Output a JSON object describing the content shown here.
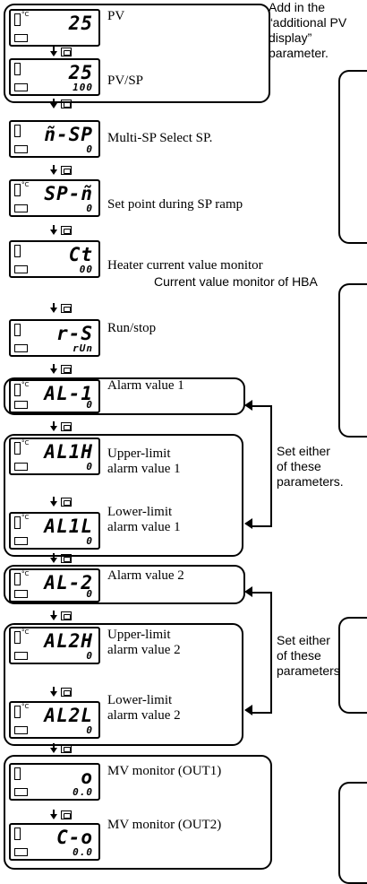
{
  "params": [
    {
      "id": "pv",
      "label": "PV",
      "top": "25",
      "bottom": "",
      "unit": "°C"
    },
    {
      "id": "pv-sp",
      "label": "PV/SP",
      "top": "25",
      "bottom": "100",
      "unit": ""
    },
    {
      "id": "multi-sp",
      "label": "Multi-SP  Select SP.",
      "top": "ñ-SP",
      "bottom": "0",
      "unit": ""
    },
    {
      "id": "sp-ramp",
      "label": "Set point during SP ramp",
      "top": "SP-ñ",
      "bottom": "0",
      "unit": "°C"
    },
    {
      "id": "heater-current",
      "label": "Heater current value monitor",
      "top": "Ct",
      "bottom": "00",
      "unit": ""
    },
    {
      "id": "run-stop",
      "label": "Run/stop",
      "top": "r-S",
      "bottom": "rUn",
      "unit": ""
    },
    {
      "id": "alarm1",
      "label": "Alarm value 1",
      "top": "AL-1",
      "bottom": "0",
      "unit": "°C"
    },
    {
      "id": "upper1",
      "label": "Upper-limit\nalarm value 1",
      "top": "AL1H",
      "bottom": "0",
      "unit": "°C"
    },
    {
      "id": "lower1",
      "label": "Lower-limit\nalarm value 1",
      "top": "AL1L",
      "bottom": "0",
      "unit": "°C"
    },
    {
      "id": "alarm2",
      "label": "Alarm value 2",
      "top": "AL-2",
      "bottom": "0",
      "unit": "°C"
    },
    {
      "id": "upper2",
      "label": "Upper-limit\nalarm value 2",
      "top": "AL2H",
      "bottom": "0",
      "unit": "°C"
    },
    {
      "id": "lower2",
      "label": "Lower-limit\nalarm value 2",
      "top": "AL2L",
      "bottom": "0",
      "unit": "°C"
    },
    {
      "id": "mv1",
      "label": "MV monitor (OUT1)",
      "top": "o",
      "bottom": "0.0",
      "unit": ""
    },
    {
      "id": "mv2",
      "label": "MV monitor (OUT2)",
      "top": "C-o",
      "bottom": "0.0",
      "unit": ""
    }
  ],
  "notes": {
    "additional": "Add in the\n“additional PV\ndisplay”\nparameter.",
    "hba": "Current value monitor of HBA",
    "either1": "Set either\nof these\nparameters.",
    "either2": "Set either\nof these\nparameters"
  },
  "colors": {
    "line": "#000000",
    "background": "#ffffff"
  }
}
